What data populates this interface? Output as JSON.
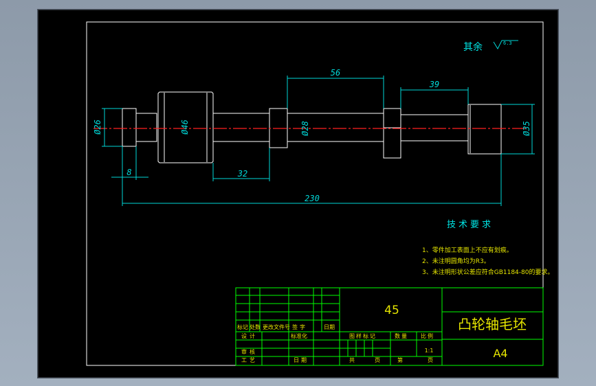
{
  "roughness": {
    "label": "其余",
    "symbol_value": "6.3"
  },
  "dimensions": {
    "d_left_shoulder": "Ø26",
    "d_collar": "Ø46",
    "d_mid_collar": "Ø28",
    "d_right_end": "Ø35",
    "len_56": "56",
    "len_39": "39",
    "len_8": "8",
    "len_32": "32",
    "len_total": "230"
  },
  "tech_requirements": {
    "title": "技术要求",
    "items": [
      "1、零件加工表面上不应有划痕。",
      "2、未注明圆角均为R3。",
      "3、未注明形状公差应符合GB1184-80的要求。"
    ]
  },
  "title_block": {
    "material": "45",
    "part_name": "凸轮轴毛坯",
    "sheet_size": "A4",
    "scale": "1:1",
    "labels": {
      "mark": "标记",
      "count": "处数",
      "change_doc": "更改文件号",
      "signature": "签字",
      "date": "日期",
      "design": "设计",
      "standardization": "标准化",
      "review": "审核",
      "process": "工艺",
      "date2": "日期",
      "stage_mark": "图样标记",
      "quantity": "数量",
      "ratio": "比例",
      "total": "共",
      "page": "页",
      "no": "第",
      "page2": "页"
    }
  },
  "colors": {
    "background": "#000000",
    "outline": "#ffffff",
    "dimension": "#00d8d8",
    "title_block": "#00ff00",
    "title_text": "#e5e500",
    "centerline": "#ff2020"
  }
}
